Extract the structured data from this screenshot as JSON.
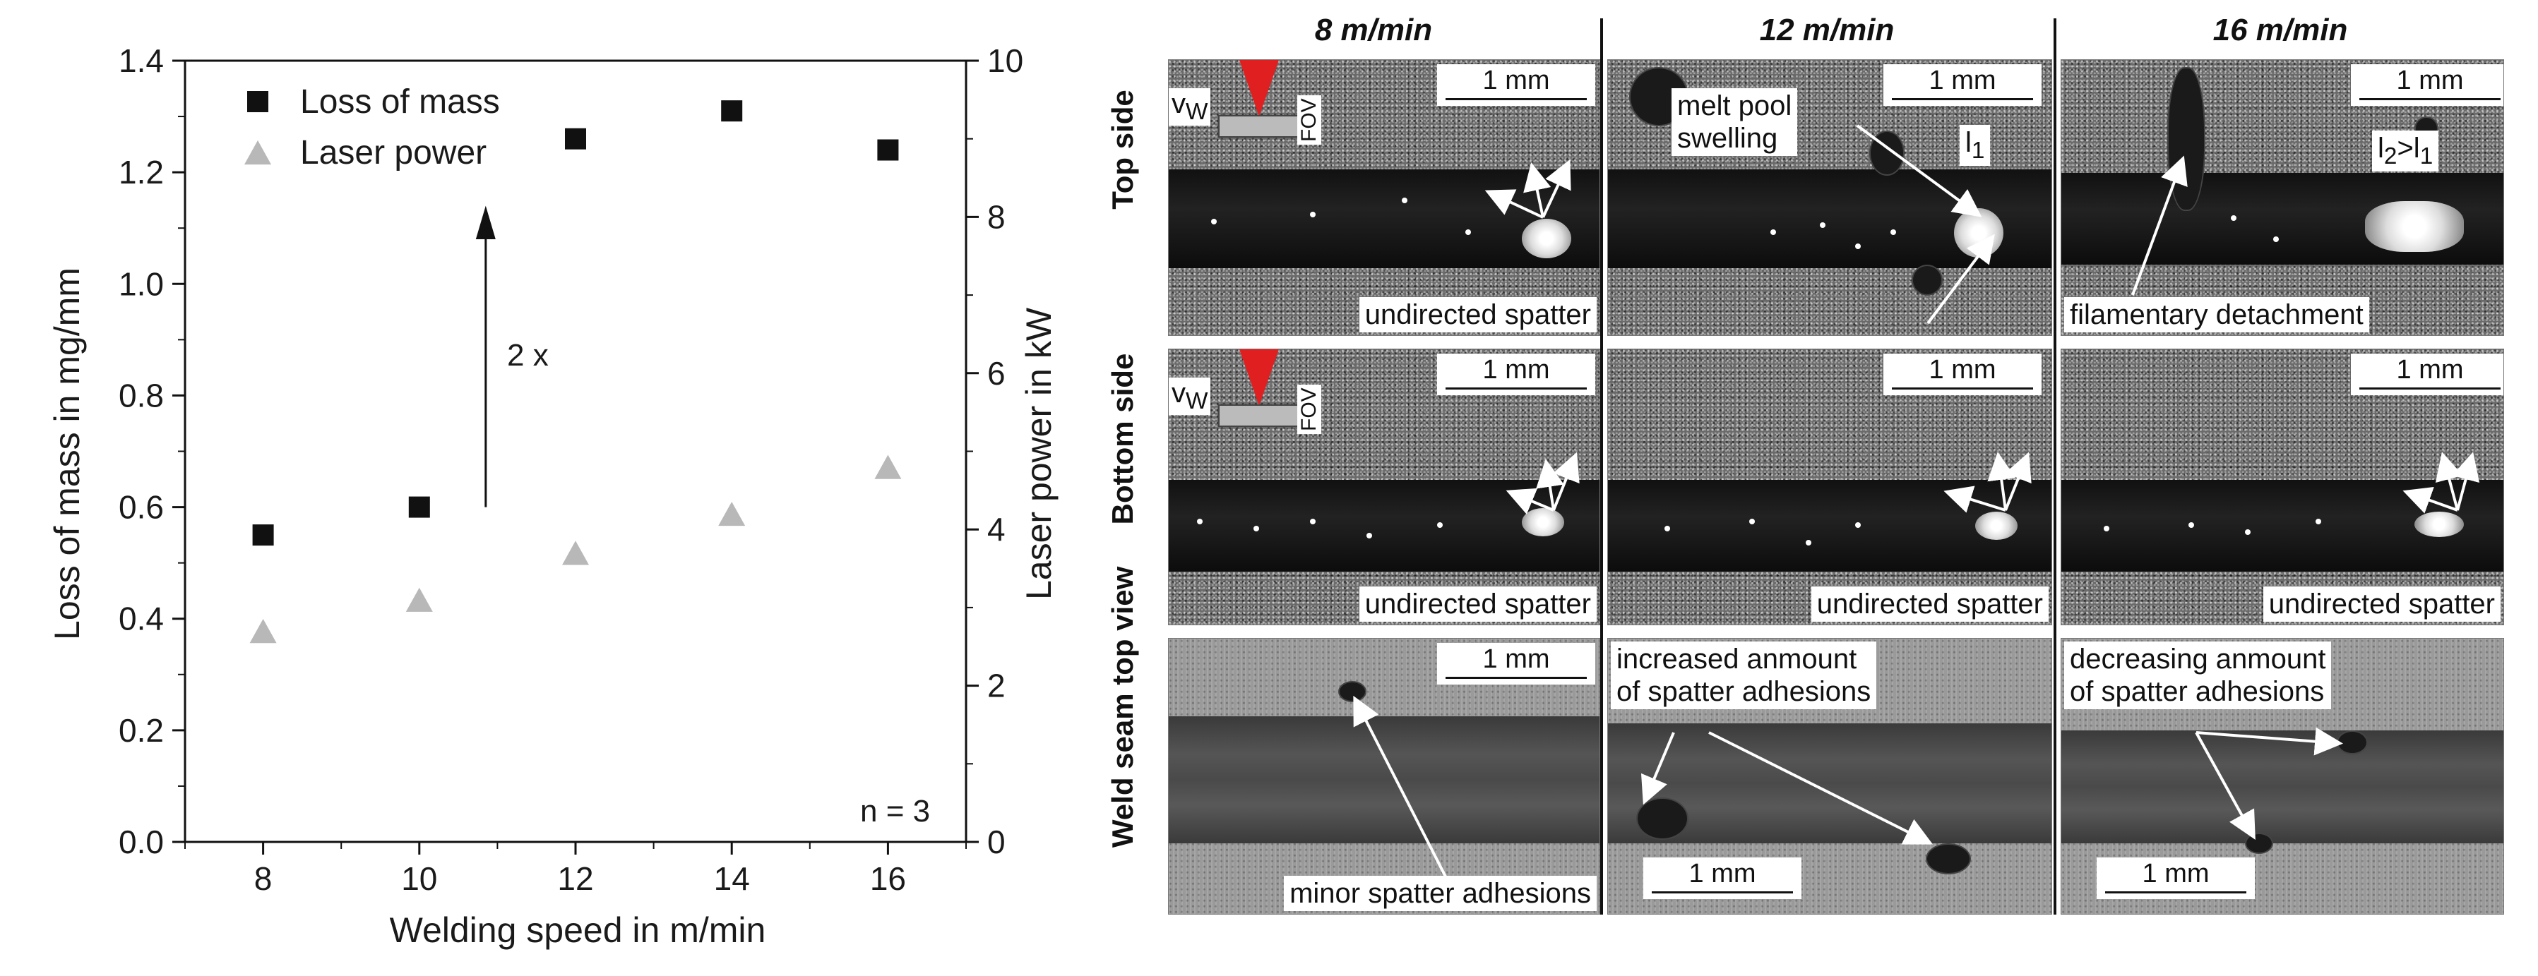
{
  "chart_data": {
    "type": "scatter",
    "x": [
      8,
      10,
      12,
      14,
      16
    ],
    "xlabel": "Welding speed in m/min",
    "xticks": [
      "8",
      "10",
      "12",
      "14",
      "16"
    ],
    "xlim": [
      7,
      17
    ],
    "ylabel_left": "Loss of mass in mg/mm",
    "ylim_left": [
      0.0,
      1.4
    ],
    "yticks_left": [
      "0.0",
      "0.2",
      "0.4",
      "0.6",
      "0.8",
      "1.0",
      "1.2",
      "1.4"
    ],
    "ylabel_right": "Laser power in kW",
    "ylim_right": [
      0,
      10
    ],
    "yticks_right": [
      "0",
      "2",
      "4",
      "6",
      "8",
      "10"
    ],
    "legend_position": "top-left",
    "series": [
      {
        "name": "Loss of mass",
        "axis": "left",
        "marker": "square",
        "color": "#111111",
        "values": [
          0.55,
          0.6,
          1.26,
          1.31,
          1.24
        ]
      },
      {
        "name": "Laser power",
        "axis": "right",
        "marker": "triangle",
        "color": "#b8b8b8",
        "values": [
          2.7,
          3.1,
          3.7,
          4.2,
          4.8
        ]
      }
    ],
    "annotations": {
      "ratio_label": "2 x",
      "sample_label": "n = 3"
    }
  },
  "panels": {
    "columns": [
      "8 m/min",
      "12 m/min",
      "16 m/min"
    ],
    "rows": [
      "Top side",
      "Bottom side",
      "Weld seam top view"
    ],
    "scale_label": "1 mm",
    "schematic": {
      "velocity_label": "v",
      "velocity_sub": "W",
      "fov_label": "FOV"
    },
    "top": {
      "c1": "undirected spatter",
      "c2_line1": "melt pool",
      "c2_line2": "swelling",
      "c2_len_main": "l",
      "c2_len_sub": "1",
      "c3": "filamentary detachment",
      "c3_len_main": "l",
      "c3_len_sub2": "2",
      "c3_len_gt": ">l",
      "c3_len_sub1": "1"
    },
    "bottom": {
      "c1": "undirected spatter",
      "c2": "undirected spatter",
      "c3": "undirected spatter"
    },
    "seam": {
      "c1": "minor spatter adhesions",
      "c2_line1": "increased anmount",
      "c2_line2": "of spatter adhesions",
      "c3_line1": "decreasing anmount",
      "c3_line2": "of spatter adhesions"
    }
  }
}
